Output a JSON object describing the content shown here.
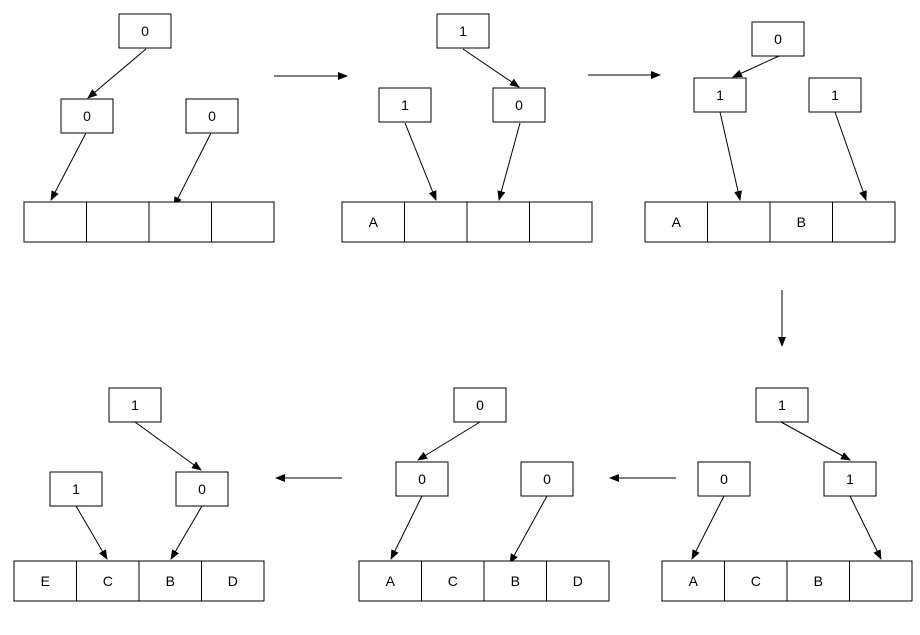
{
  "stages": [
    {
      "id": "stage-1",
      "cells": [
        "",
        "",
        "",
        ""
      ],
      "nodes": [
        {
          "id": "root",
          "bit": "0"
        },
        {
          "id": "left",
          "bit": "0"
        },
        {
          "id": "right",
          "bit": "0"
        }
      ]
    },
    {
      "id": "stage-2",
      "cells": [
        "A",
        "",
        "",
        ""
      ],
      "nodes": [
        {
          "id": "root",
          "bit": "1"
        },
        {
          "id": "left",
          "bit": "1"
        },
        {
          "id": "right",
          "bit": "0"
        }
      ]
    },
    {
      "id": "stage-3",
      "cells": [
        "A",
        "",
        "B",
        ""
      ],
      "nodes": [
        {
          "id": "root",
          "bit": "0"
        },
        {
          "id": "left",
          "bit": "1"
        },
        {
          "id": "right",
          "bit": "1"
        }
      ]
    },
    {
      "id": "stage-4",
      "cells": [
        "A",
        "C",
        "B",
        ""
      ],
      "nodes": [
        {
          "id": "root",
          "bit": "1"
        },
        {
          "id": "left",
          "bit": "0"
        },
        {
          "id": "right",
          "bit": "1"
        }
      ]
    },
    {
      "id": "stage-5",
      "cells": [
        "A",
        "C",
        "B",
        "D"
      ],
      "nodes": [
        {
          "id": "root",
          "bit": "0"
        },
        {
          "id": "left",
          "bit": "0"
        },
        {
          "id": "right",
          "bit": "0"
        }
      ]
    },
    {
      "id": "stage-6",
      "cells": [
        "E",
        "C",
        "B",
        "D"
      ],
      "nodes": [
        {
          "id": "root",
          "bit": "1"
        },
        {
          "id": "left",
          "bit": "1"
        },
        {
          "id": "right",
          "bit": "0"
        }
      ]
    }
  ],
  "colors": {
    "stroke": "#000000",
    "fill": "#ffffff",
    "text": "#000000"
  }
}
